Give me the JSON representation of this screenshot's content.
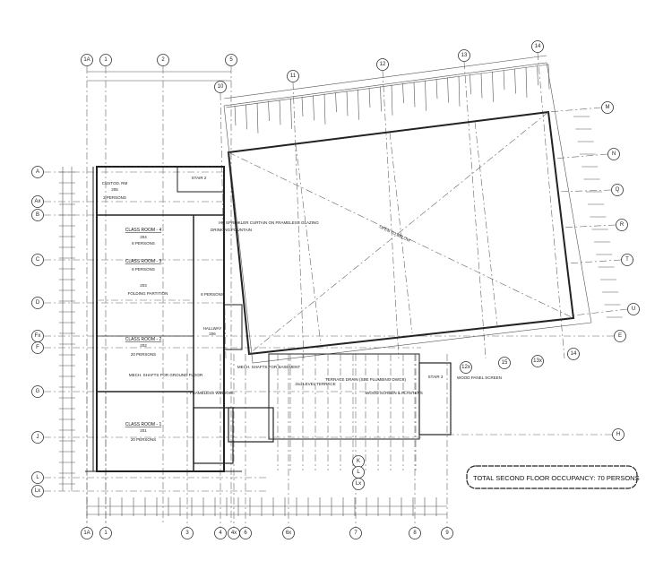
{
  "grid": {
    "top": [
      "1A",
      "1",
      "2",
      "5",
      "10",
      "11",
      "12",
      "13",
      "14"
    ],
    "bottom": [
      "1A",
      "1",
      "3",
      "4",
      "4x",
      "6",
      "6x",
      "7",
      "8",
      "9"
    ],
    "left": [
      "A",
      "Ax",
      "B",
      "C",
      "D",
      "Fx",
      "F",
      "G",
      "J",
      "L",
      "Lx"
    ],
    "right": [
      "M",
      "N",
      "Q",
      "R",
      "T",
      "U",
      "E",
      "H"
    ],
    "misc": [
      "15",
      "13x",
      "14",
      "12x",
      "K",
      "L",
      "Lx"
    ]
  },
  "rooms": [
    {
      "name": "CLASS ROOM - 4",
      "number": "204"
    },
    {
      "name": "CLASS ROOM - 3",
      "number": "203"
    },
    {
      "name": "CLASS ROOM - 2",
      "number": "202",
      "occupancy": "20 PERSONS"
    },
    {
      "name": "CLASS ROOM - 1",
      "number": "201",
      "occupancy": "20 PERSONS"
    },
    {
      "name": "CUSTOD. RM",
      "number": "205"
    },
    {
      "name": "HALLWAY",
      "number": "206"
    },
    {
      "name": "STAIR 2"
    },
    {
      "name": "STAIR 3"
    }
  ],
  "occupancy_tags": [
    "8 PERSONS",
    "8 PERSONS",
    "8 PERSONS",
    "2 PERSONS"
  ],
  "notes": {
    "open_to_below": "OPEN TO BELOW",
    "terrace": "2nd LEVEL TERRACE",
    "folding_partition": "FOLDING PARTITION",
    "mech_shafts": "MECH. SHAFTS FOR GROUND FLOOR",
    "mech_basement": "MECH. SHAFTS FOR BASEMENT",
    "wood_screen": "WOOD SCREEN & PLANTERS",
    "wood_panel": "WOOD PANEL SCREEN",
    "framed_window": "FRAMELESS WINDOW",
    "sprinkler": "HR SPRINKLER CURTAIN ON FRAMELESS GLAZING",
    "terrace_drain": "TERRACE DRAIN (SEE PLUMBING DWGS)",
    "drinking": "DRINKING FOUNTAIN"
  },
  "occupancy_total": "TOTAL SECOND FLOOR OCCUPANCY:  70 PERSONS"
}
